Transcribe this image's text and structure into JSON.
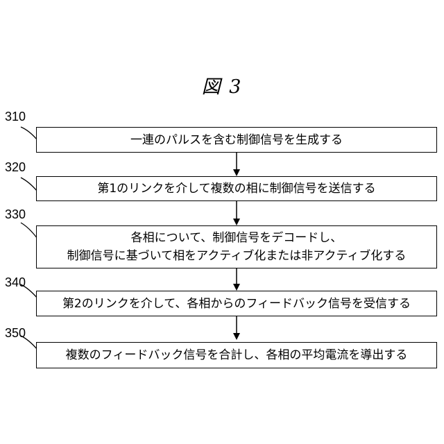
{
  "figure_title": "図 3",
  "steps": [
    {
      "number": "310",
      "lines": [
        "一連のパルスを含む制御信号を生成する"
      ]
    },
    {
      "number": "320",
      "lines": [
        "第1のリンクを介して複数の相に制御信号を送信する"
      ]
    },
    {
      "number": "330",
      "lines": [
        "各相について、制御信号をデコードし、",
        "制御信号に基づいて相をアクティブ化または非アクティブ化する"
      ]
    },
    {
      "number": "340",
      "lines": [
        "第2のリンクを介して、各相からのフィードバック信号を受信する"
      ]
    },
    {
      "number": "350",
      "lines": [
        "複数のフィードバック信号を合計し、各相の平均電流を導出する"
      ]
    }
  ]
}
